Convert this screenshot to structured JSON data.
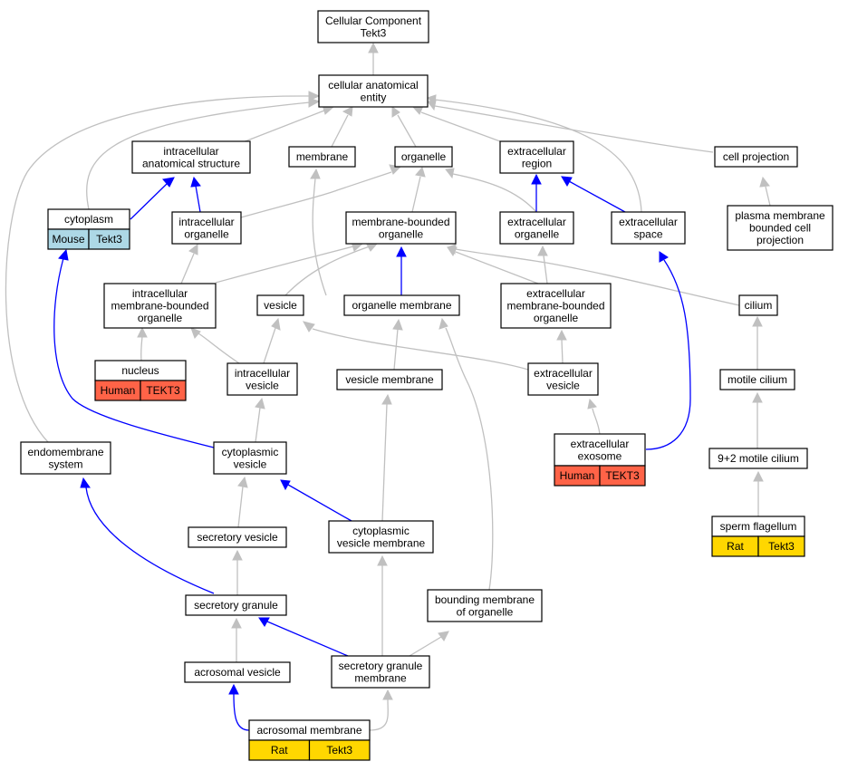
{
  "colors": {
    "is_a_edge": "#c0c0c0",
    "part_of_edge": "#0000ff",
    "mouse": "#add8e6",
    "human": "#ff6347",
    "rat": "#ffd700"
  },
  "nodes": {
    "root": [
      "Cellular Component",
      "Tekt3"
    ],
    "cae": [
      "cellular anatomical",
      "entity"
    ],
    "ias": [
      "intracellular",
      "anatomical structure"
    ],
    "membrane": [
      "membrane"
    ],
    "organelle": [
      "organelle"
    ],
    "ecr": [
      "extracellular",
      "region"
    ],
    "cellproj": [
      "cell projection"
    ],
    "cytoplasm": [
      "cytoplasm"
    ],
    "ico": [
      "intracellular",
      "organelle"
    ],
    "mbo": [
      "membrane-bounded",
      "organelle"
    ],
    "eco": [
      "extracellular",
      "organelle"
    ],
    "ecs": [
      "extracellular",
      "space"
    ],
    "pmbcp": [
      "plasma membrane",
      "bounded cell",
      "projection"
    ],
    "imbo": [
      "intracellular",
      "membrane-bounded",
      "organelle"
    ],
    "vesicle": [
      "vesicle"
    ],
    "orgmem": [
      "organelle membrane"
    ],
    "embo": [
      "extracellular",
      "membrane-bounded",
      "organelle"
    ],
    "cilium": [
      "cilium"
    ],
    "nucleus": [
      "nucleus"
    ],
    "iv": [
      "intracellular",
      "vesicle"
    ],
    "vesmem": [
      "vesicle membrane"
    ],
    "ecv": [
      "extracellular",
      "vesicle"
    ],
    "motile": [
      "motile cilium"
    ],
    "exosome": [
      "extracellular",
      "exosome"
    ],
    "endo": [
      "endomembrane",
      "system"
    ],
    "cytves": [
      "cytoplasmic",
      "vesicle"
    ],
    "ninetwo": [
      "9+2 motile cilium"
    ],
    "secves": [
      "secretory vesicle"
    ],
    "cvm": [
      "cytoplasmic",
      "vesicle membrane"
    ],
    "sperm": [
      "sperm flagellum"
    ],
    "secgran": [
      "secretory granule"
    ],
    "bmo": [
      "bounding membrane",
      "of organelle"
    ],
    "acrves": [
      "acrosomal vesicle"
    ],
    "sgm": [
      "secretory granule",
      "membrane"
    ],
    "acrmem": [
      "acrosomal membrane"
    ]
  },
  "annotations": {
    "cytoplasm": [
      "Mouse",
      "Tekt3"
    ],
    "nucleus": [
      "Human",
      "TEKT3"
    ],
    "exosome": [
      "Human",
      "TEKT3"
    ],
    "sperm": [
      "Rat",
      "Tekt3"
    ],
    "acrmem": [
      "Rat",
      "Tekt3"
    ]
  }
}
